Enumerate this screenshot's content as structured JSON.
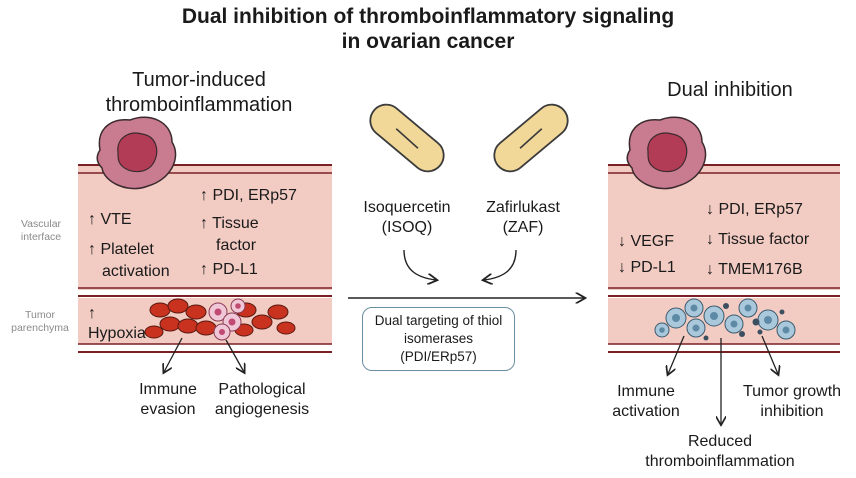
{
  "title": {
    "line1": "Dual inhibition of thromboinflammatory signaling",
    "line2": "in ovarian cancer"
  },
  "left_panel": {
    "heading_line1": "Tumor-induced",
    "heading_line2": "thromboinflammation",
    "vascular_label_line1": "Vascular",
    "vascular_label_line2": "interface",
    "parenchyma_label_line1": "Tumor",
    "parenchyma_label_line2": "parenchyma",
    "up_vte": "↑ VTE",
    "up_platelet_line1": "↑ Platelet",
    "up_platelet_line2": "activation",
    "up_pdi": "↑ PDI, ERp57",
    "up_tissue_line1": "↑ Tissue",
    "up_tissue_line2": "factor",
    "up_pdl1": "↑ PD-L1",
    "up_hypoxia_arrow": "↑",
    "hypoxia": "Hypoxia",
    "outcome_immune_line1": "Immune",
    "outcome_immune_line2": "evasion",
    "outcome_angio_line1": "Pathological",
    "outcome_angio_line2": "angiogenesis"
  },
  "center": {
    "drug1_line1": "Isoquercetin",
    "drug1_line2": "(ISOQ)",
    "drug2_line1": "Zafirlukast",
    "drug2_line2": "(ZAF)",
    "box_line1": "Dual targeting of thiol",
    "box_line2": "isomerases",
    "box_line3": "(PDI/ERp57)"
  },
  "right_panel": {
    "heading": "Dual inhibition",
    "down_pdi": "↓ PDI, ERp57",
    "down_tissue": "↓ Tissue factor",
    "down_tmem": "↓ TMEM176B",
    "down_vegf": "↓ VEGF",
    "down_pdl1": "↓ PD-L1",
    "outcome_immune_line1": "Immune",
    "outcome_immune_line2": "activation",
    "outcome_growth_line1": "Tumor growth",
    "outcome_growth_line2": "inhibition",
    "outcome_reduced_line1": "Reduced",
    "outcome_reduced_line2": "thromboinflammation"
  },
  "colors": {
    "vessel_fill": "#f2cbc3",
    "vessel_line": "#7a1f24",
    "cell_outer": "#c97b8f",
    "cell_nucleus": "#b23c55",
    "pill_fill": "#f1d898",
    "tumor_red": "#c8321f",
    "tumor_cell_blue": "#a9c8dc",
    "box_border": "#6b8ea0"
  }
}
